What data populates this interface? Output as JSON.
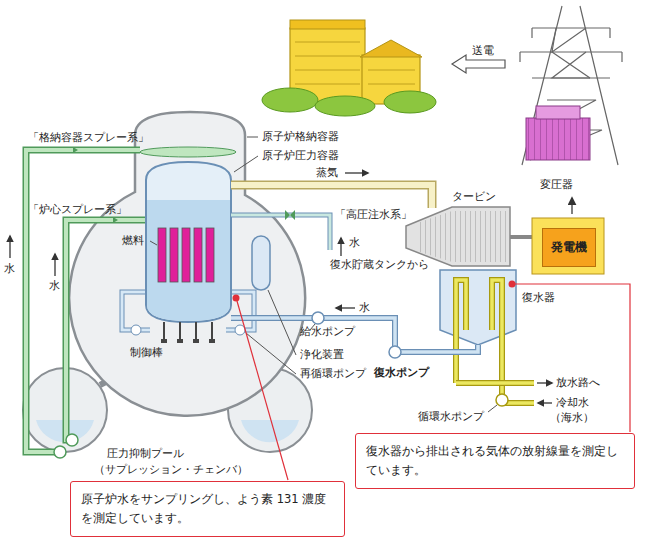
{
  "diagram": {
    "nodes": [
      {
        "text": [
          "発電機"
        ]
      },
      {
        "text": [
          "原子炉水をサンプリングし、よう素 131 濃度を測定しています。"
        ]
      },
      {
        "text": [
          "復水器から排出される気体の放射線量を測定しています。"
        ]
      }
    ],
    "labels": [
      "送電",
      "「格納容器スプレー系」",
      "原子炉格納容器",
      "原子炉圧力容器",
      "蒸気",
      "タービン",
      "「炉心スプレー系」",
      "「高圧注水系」",
      "燃料",
      "水",
      "復水貯蔵タンクから",
      "変圧器",
      "水",
      "水",
      "復水器",
      "水",
      "給水ポンプ",
      "制御棒",
      "浄化装置",
      "再循環ポンプ",
      "復水ポンプ",
      "放水路へ",
      "冷却水",
      "循環水ポンプ",
      "（海水）",
      "圧力抑制プール",
      "（サプレッション・チェンバ）"
    ]
  }
}
